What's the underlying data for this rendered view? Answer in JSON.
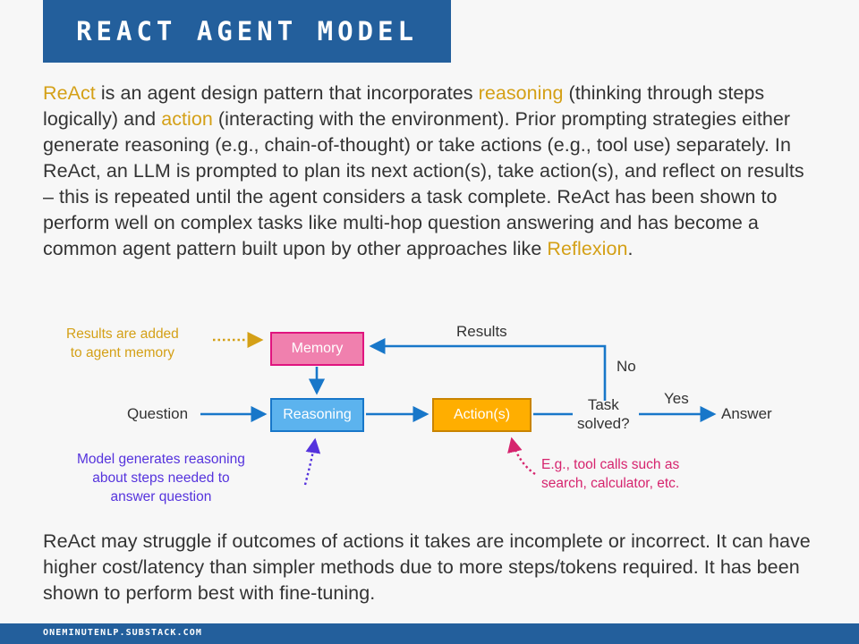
{
  "page": {
    "background": "#f7f7f7",
    "accent_blue": "#235F9C",
    "accent_amber": "#D4A017",
    "accent_purple": "#5533DD",
    "accent_pink": "#D6246E",
    "arrow_blue": "#1877C9"
  },
  "header": {
    "title": "REACT AGENT MODEL"
  },
  "intro": {
    "parts": [
      {
        "text": "ReAct",
        "color": "amber"
      },
      {
        "text": " is an agent design pattern that incorporates ",
        "color": "dark"
      },
      {
        "text": "reasoning",
        "color": "amber"
      },
      {
        "text": " (thinking through steps logically) and ",
        "color": "dark"
      },
      {
        "text": "action",
        "color": "amber"
      },
      {
        "text": " (interacting with the environment). Prior prompting strategies either generate reasoning (e.g., chain-of-thought) or take actions (e.g., tool use) separately. In ReAct, an LLM is prompted to plan its next action(s), take action(s), and reflect on results – this is repeated until the agent considers a task complete. ReAct has been shown to perform well on complex tasks like multi-hop question answering and has become a common agent pattern built upon by other approaches like ",
        "color": "dark"
      },
      {
        "text": "Reflexion",
        "color": "amber"
      },
      {
        "text": ".",
        "color": "dark"
      }
    ]
  },
  "diagram": {
    "nodes": {
      "memory": {
        "label": "Memory",
        "fill": "#F080AE",
        "border": "#E0157F"
      },
      "reasoning": {
        "label": "Reasoning",
        "fill": "#5CB3EE",
        "border": "#1877C9"
      },
      "actions": {
        "label": "Action(s)",
        "fill": "#FFAE00",
        "border": "#C98400"
      }
    },
    "labels": {
      "question": "Question",
      "results": "Results",
      "no": "No",
      "yes": "Yes",
      "answer": "Answer",
      "task_line1": "Task",
      "task_line2": "solved?"
    },
    "annotations": {
      "memory_line1": "Results are added",
      "memory_line2": "to agent memory",
      "reasoning_line1": "Model generates reasoning",
      "reasoning_line2": "about steps needed to",
      "reasoning_line3": "answer question",
      "tools_line1": "E.g., tool calls such as",
      "tools_line2": "search, calculator, etc."
    }
  },
  "outro": {
    "text": "ReAct may struggle if outcomes of actions it takes are incomplete or incorrect. It can have higher cost/latency than simpler methods due to more steps/tokens required. It has been shown to perform best with fine-tuning."
  },
  "footer": {
    "site": "ONEMINUTENLP.SUBSTACK.COM"
  }
}
